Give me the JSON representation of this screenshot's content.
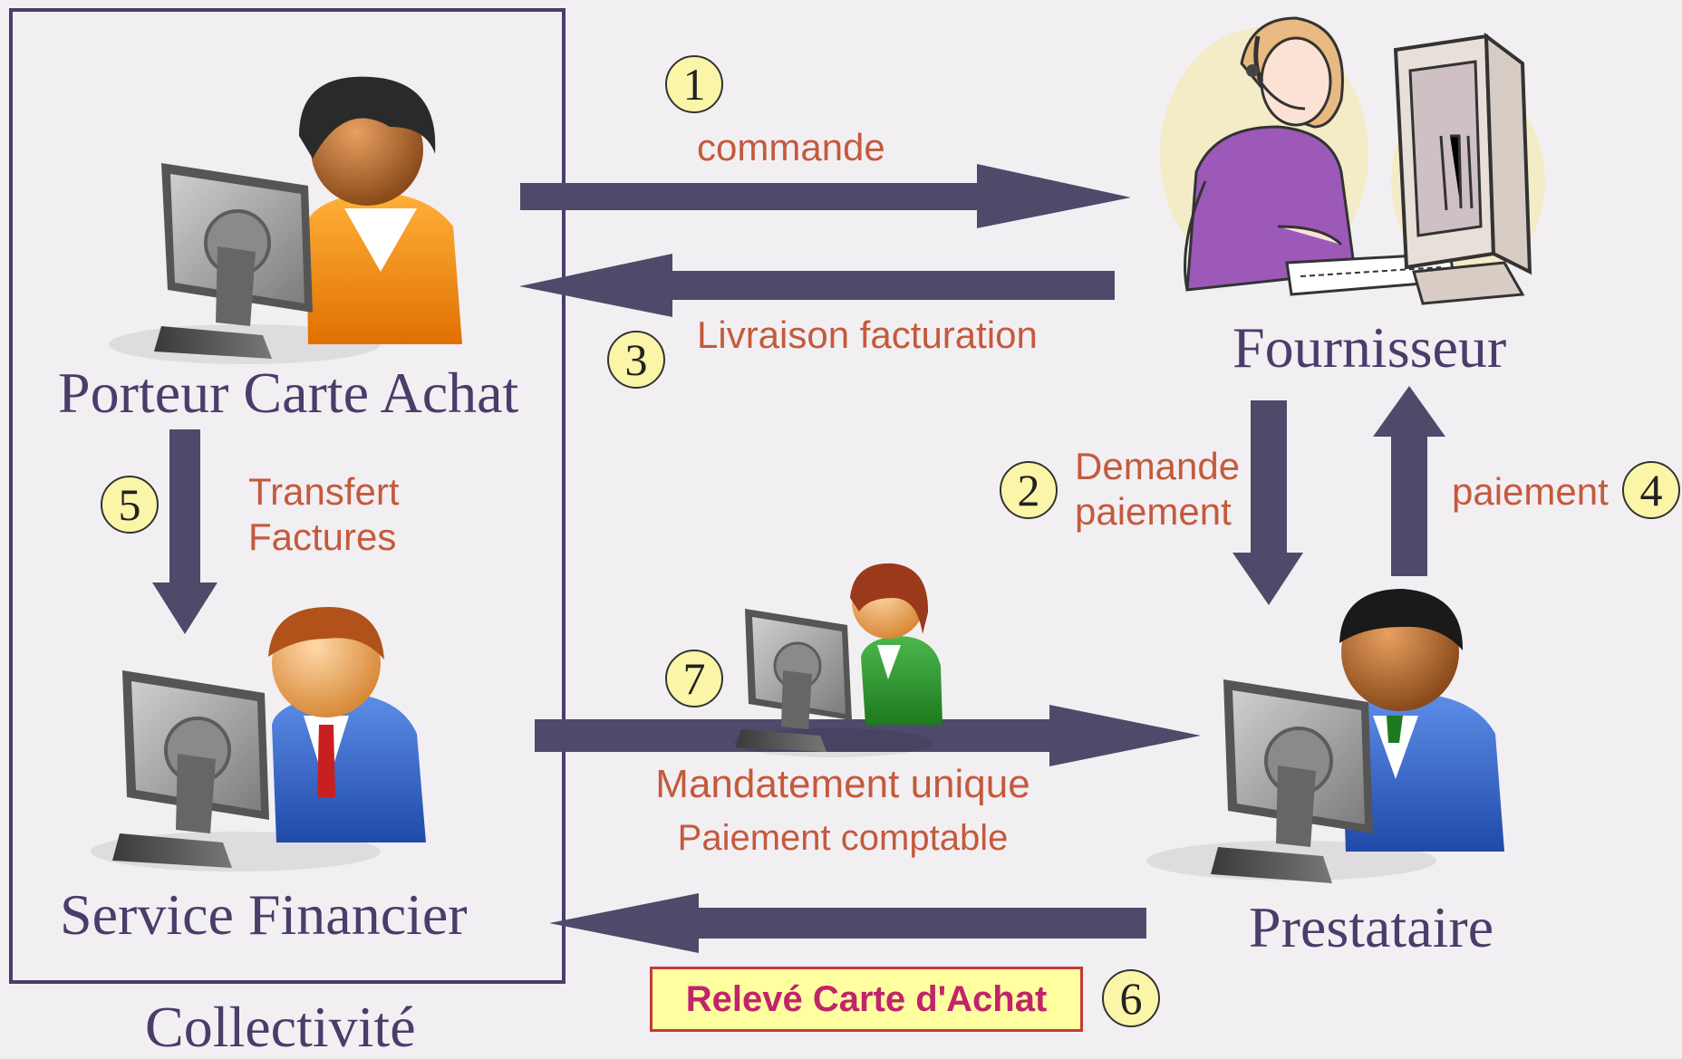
{
  "actors": {
    "porteur": "Porteur Carte Achat",
    "service": "Service Financier",
    "collectivite": "Collectivité",
    "fournisseur": "Fournisseur",
    "prestataire": "Prestataire"
  },
  "steps": [
    {
      "num": "1",
      "line1": "commande",
      "line2": ""
    },
    {
      "num": "2",
      "line1": "Demande",
      "line2": "paiement"
    },
    {
      "num": "3",
      "line1": "Livraison facturation",
      "line2": ""
    },
    {
      "num": "4",
      "line1": "paiement",
      "line2": ""
    },
    {
      "num": "5",
      "line1": "Transfert",
      "line2": "Factures"
    },
    {
      "num": "6",
      "line1": "Relevé Carte d'Achat",
      "line2": ""
    },
    {
      "num": "7",
      "line1": "Mandatement unique",
      "line2": "Paiement comptable"
    }
  ],
  "colors": {
    "arrow": "#4d4a6a",
    "label": "#c45a3c",
    "role": "#4a3d6a",
    "badge": "#fbf5a8",
    "highlight_bg": "#ffffa0",
    "highlight_text": "#c0246a"
  }
}
